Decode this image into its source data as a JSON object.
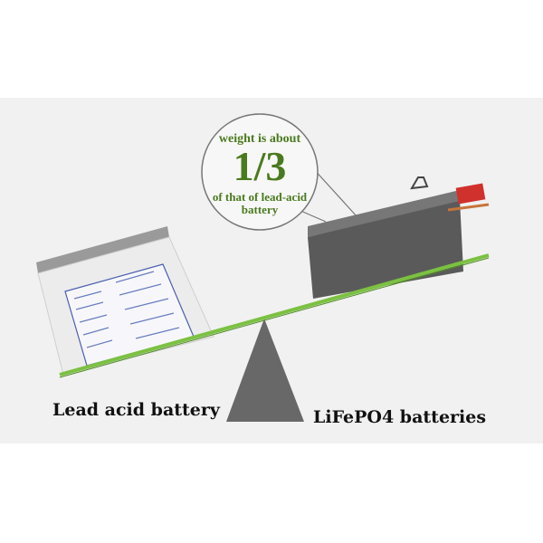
{
  "callout": {
    "line1": "weight is about",
    "fraction": "1/3",
    "line2": "of that of lead-acid",
    "line3": "battery"
  },
  "labels": {
    "left": "Lead acid battery",
    "right": "LiFePO4 batteries"
  },
  "colors": {
    "accent_green": "#4a7a1e",
    "beam_green": "#7cc142",
    "fulcrum": "#666666",
    "band": "#f1f1f1"
  }
}
